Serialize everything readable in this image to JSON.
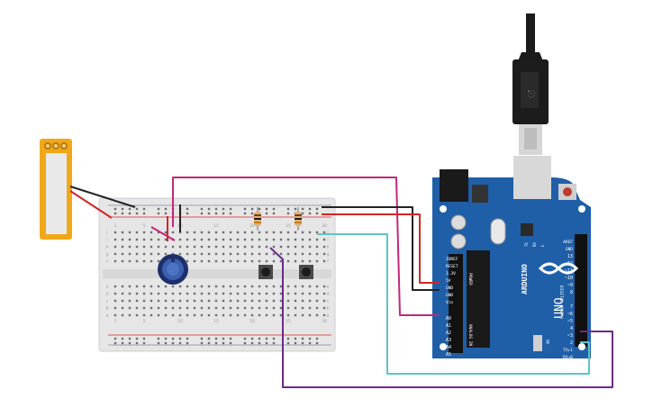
{
  "board": {
    "name": "UNO",
    "brand": "ARDUINO",
    "tx_label": "TX",
    "rx_label": "RX",
    "led_l": "L",
    "on_label": "ON",
    "ioref": "IOREF",
    "reset": "RESET",
    "v33": "3.3V",
    "v5": "5V",
    "gnd1": "GND",
    "gnd2": "GND",
    "vin": "Vin",
    "power_label": "POWER",
    "analog_label": "ANALOG IN",
    "a0": "A0",
    "a1": "A1",
    "a2": "A2",
    "a3": "A3",
    "a4": "A4",
    "a5": "A5",
    "aref": "AREF",
    "gnd_top": "GND",
    "d13": "13",
    "d12": "12",
    "d11": "~11",
    "d10": "~10",
    "d9": "~9",
    "d8": "8",
    "d7": "7",
    "d6": "~6",
    "d5": "~5",
    "d4": "4",
    "d3": "~3",
    "d2": "2",
    "d1": "TX▸1",
    "d0": "RX◂0",
    "digital_label": "DIGITAL (PWM~)"
  },
  "breadboard": {
    "row_letters_top": [
      "j",
      "i",
      "h",
      "g",
      "f"
    ],
    "row_letters_bottom": [
      "e",
      "d",
      "c",
      "b",
      "a"
    ],
    "col_labels": [
      "1",
      "",
      "",
      "",
      "5",
      "",
      "",
      "",
      "",
      "10",
      "",
      "",
      "",
      "",
      "15",
      "",
      "",
      "",
      "",
      "20",
      "",
      "",
      "",
      "",
      "25",
      "",
      "",
      "",
      "",
      "30"
    ]
  },
  "colors": {
    "board": "#1f5fa8",
    "wire_magenta": "#c0287a",
    "wire_teal": "#5fc3c9",
    "wire_purple": "#6b2a8c",
    "wire_black": "#222222",
    "wire_red": "#d12626",
    "sensor_frame": "#f0a818"
  }
}
